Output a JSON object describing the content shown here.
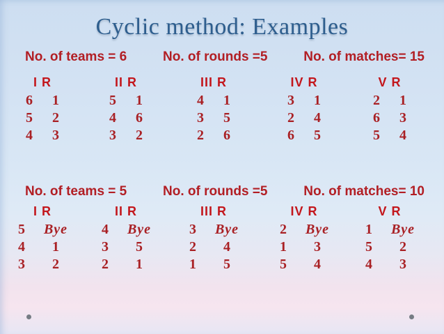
{
  "slide": {
    "title": "Cyclic method: Examples",
    "colors": {
      "title_blue": "#2e5e8e",
      "text_red": "#b21e24",
      "number_red": "#a92024",
      "background_top": "#cddef1",
      "background_pink": "#f6e5ef"
    },
    "sections": [
      {
        "info": {
          "teams": "No. of teams = 6",
          "rounds": "No. of rounds =5",
          "matches": "No. of matches= 15"
        },
        "rounds": [
          {
            "header": "I R",
            "rows": [
              [
                "6",
                "1"
              ],
              [
                "5",
                "2"
              ],
              [
                "4",
                "3"
              ]
            ]
          },
          {
            "header": "II R",
            "rows": [
              [
                "5",
                "1"
              ],
              [
                "4",
                "6"
              ],
              [
                "3",
                "2"
              ]
            ]
          },
          {
            "header": "III R",
            "rows": [
              [
                "4",
                "1"
              ],
              [
                "3",
                "5"
              ],
              [
                "2",
                "6"
              ]
            ]
          },
          {
            "header": "IV R",
            "rows": [
              [
                "3",
                "1"
              ],
              [
                "2",
                "4"
              ],
              [
                "6",
                "5"
              ]
            ]
          },
          {
            "header": "V R",
            "rows": [
              [
                "2",
                "1"
              ],
              [
                "6",
                "3"
              ],
              [
                "5",
                "4"
              ]
            ]
          }
        ]
      },
      {
        "info": {
          "teams": "No. of teams = 5",
          "rounds": "No. of rounds =5",
          "matches": "No. of matches= 10"
        },
        "rounds": [
          {
            "header": "I R",
            "rows": [
              [
                "5",
                "Bye"
              ],
              [
                "4",
                "1"
              ],
              [
                "3",
                "2"
              ]
            ]
          },
          {
            "header": "II R",
            "rows": [
              [
                "4",
                "Bye"
              ],
              [
                "3",
                "5"
              ],
              [
                "2",
                "1"
              ]
            ]
          },
          {
            "header": "III R",
            "rows": [
              [
                "3",
                "Bye"
              ],
              [
                "2",
                "4"
              ],
              [
                "1",
                "5"
              ]
            ]
          },
          {
            "header": "IV R",
            "rows": [
              [
                "2",
                "Bye"
              ],
              [
                "1",
                "3"
              ],
              [
                "5",
                "4"
              ]
            ]
          },
          {
            "header": "V R",
            "rows": [
              [
                "1",
                "Bye"
              ],
              [
                "5",
                "2"
              ],
              [
                "4",
                "3"
              ]
            ]
          }
        ]
      }
    ]
  }
}
